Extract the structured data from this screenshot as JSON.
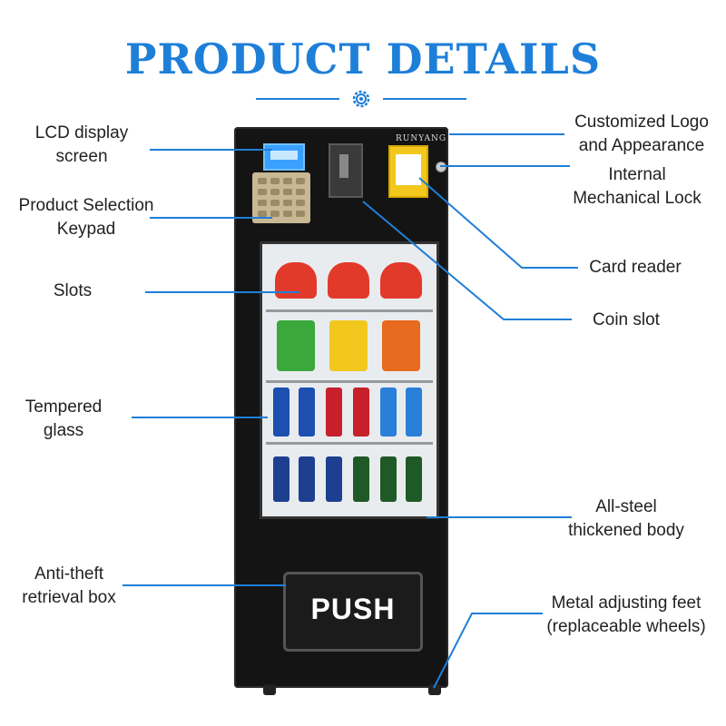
{
  "title": "PRODUCT DETAILS",
  "brand": "RUNYANG",
  "push_label": "PUSH",
  "labels": {
    "lcd_line1": "LCD display",
    "lcd_line2": "screen",
    "keypad_line1": "Product Selection",
    "keypad_line2": "Keypad",
    "slots": "Slots",
    "glass_line1": "Tempered",
    "glass_line2": "glass",
    "retrieval_line1": "Anti-theft",
    "retrieval_line2": "retrieval box",
    "logo_line1": "Customized Logo",
    "logo_line2": "and Appearance",
    "lock_line1": "Internal",
    "lock_line2": "Mechanical Lock",
    "card_reader": "Card reader",
    "coin_slot": "Coin slot",
    "body_line1": "All-steel",
    "body_line2": "thickened body",
    "feet_line1": "Metal adjusting feet",
    "feet_line2": "(replaceable wheels)"
  },
  "colors": {
    "accent": "#1e7fd8",
    "machine": "#141414",
    "card_reader": "#f2c81e"
  }
}
